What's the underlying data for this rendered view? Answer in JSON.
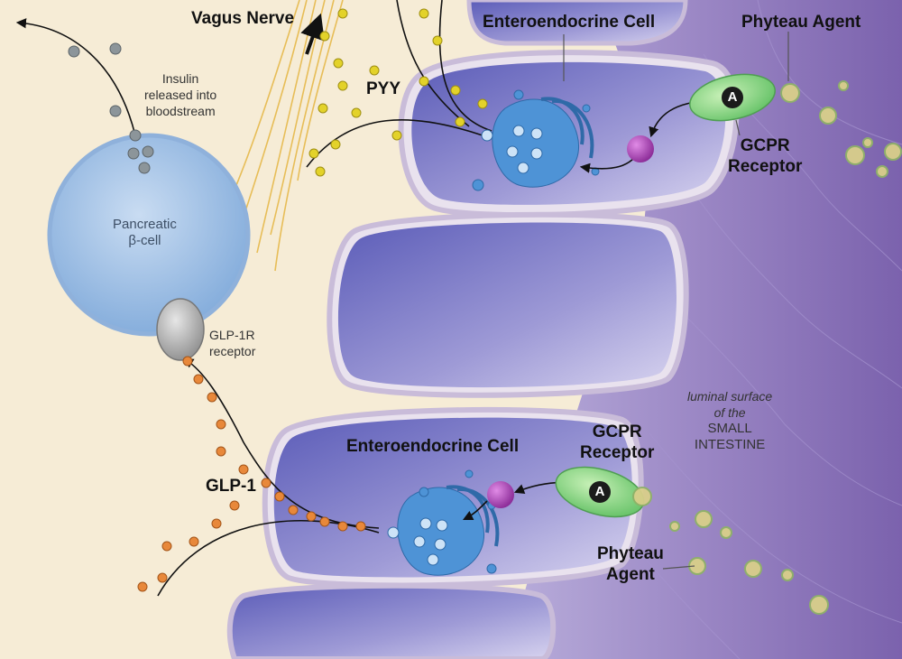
{
  "labels": {
    "vagus_nerve": "Vagus Nerve",
    "insulin_line1": "Insulin",
    "insulin_line2": "released into",
    "insulin_line3": "bloodstream",
    "pancreatic_line1": "Pancreatic",
    "pancreatic_line2": "β-cell",
    "glp1r_line1": "GLP-1R",
    "glp1r_line2": "receptor",
    "glp1": "GLP-1",
    "pyy": "PYY",
    "enteroendocrine_top": "Enteroendocrine Cell",
    "enteroendocrine_bottom": "Enteroendocrine Cell",
    "phyteau_top": "Phyteau Agent",
    "gcpr_top_line1": "GCPR",
    "gcpr_top_line2": "Receptor",
    "gcpr_bottom_line1": "GCPR",
    "gcpr_bottom_line2": "Receptor",
    "phyteau_bottom_line1": "Phyteau",
    "phyteau_bottom_line2": "Agent",
    "luminal_line1": "luminal surface",
    "luminal_line2": "of the",
    "luminal_line3": "SMALL",
    "luminal_line4": "INTESTINE",
    "agent_badge": "A"
  },
  "colors": {
    "background": "#f6ecd6",
    "lumen": "#8e78b8",
    "cell": "#7d78c4",
    "beta_cell": "#a9c8ea",
    "glp1_dot": "#e8883a",
    "pyy_dot": "#e3d22a",
    "insulin_dot": "#8c959a",
    "receptor": "#7fd07a",
    "vesicle": "#a83ab0",
    "golgi": "#4e93d6"
  }
}
